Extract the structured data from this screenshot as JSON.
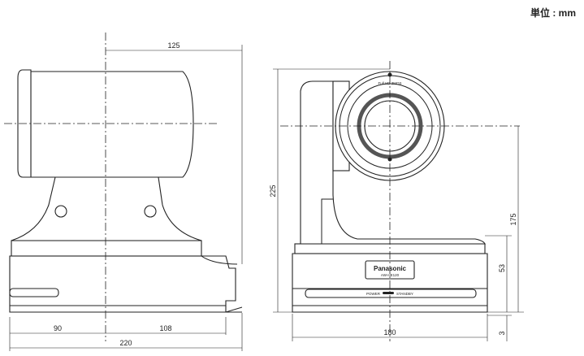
{
  "unit_label": "単位 : mm",
  "side_view": {
    "dimensions": {
      "head_depth": "125",
      "rear_to_center": "90",
      "center_to_front": "108",
      "total_depth": "220"
    }
  },
  "front_view": {
    "dimensions": {
      "total_height": "225",
      "lens_center_height": "175",
      "base_height": "53",
      "foot_height": "3",
      "width": "180"
    },
    "logo_text": "Panasonic",
    "model_text": "AW-HE120",
    "indicator_labels": {
      "power": "POWER",
      "standby": "STANDBY"
    },
    "lens_text": "Full HD 3MOS"
  }
}
